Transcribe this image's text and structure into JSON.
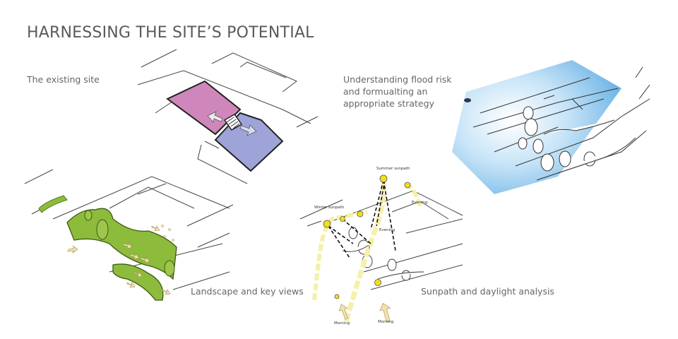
{
  "title": "HARNESSING THE SITE’S POTENTIAL",
  "panels": {
    "existing": {
      "caption": "The existing site"
    },
    "flood": {
      "caption_line1": "Understanding flood risk",
      "caption_line2": "and formualting an",
      "caption_line3": "appropriate strategy"
    },
    "landscape": {
      "caption": "Landscape and key views"
    },
    "sunpath": {
      "caption": "Sunpath and daylight analysis",
      "labels": {
        "summer": "Summer sunpath",
        "winter": "Winter sunpath",
        "evening_top": "Evening",
        "evening_mid": "Evening",
        "morning_left": "Morning",
        "morning_right": "Morning"
      }
    }
  },
  "colors": {
    "pink_plot": "#cf87bb",
    "blue_plot": "#9ea4d8",
    "flood_blue": "#6fb4e6",
    "hedge_green": "#8dbb3c",
    "sun_yellow": "#f4de1a",
    "path_yellow": "#f6f0a8",
    "view_arrow": "#f3e2a9"
  }
}
